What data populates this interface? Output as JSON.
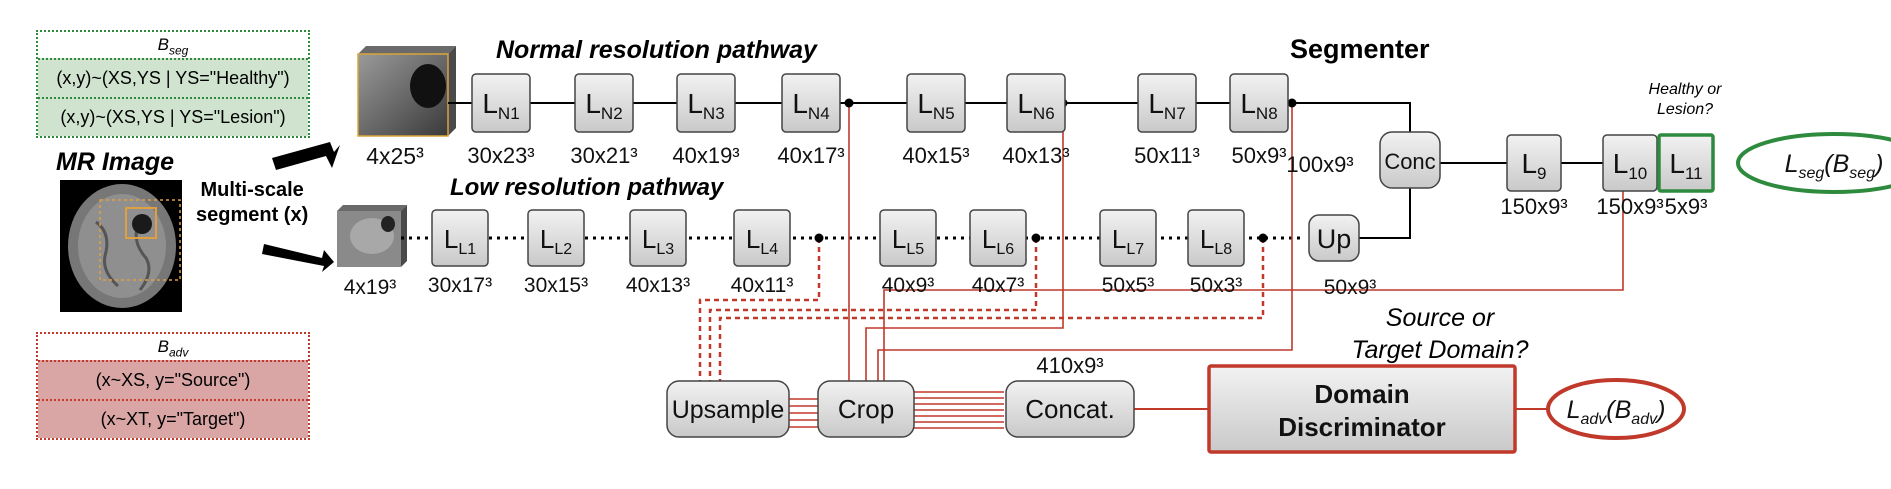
{
  "bseg": {
    "title": "B",
    "title_sub": "seg",
    "rows": [
      "(x,y)~(XS,YS | YS=\"Healthy\")",
      "(x,y)~(XS,YS | YS=\"Lesion\")"
    ]
  },
  "badv": {
    "title": "B",
    "title_sub": "adv",
    "rows": [
      "(x~XS, y=\"Source\")",
      "(x~XT, y=\"Target\")"
    ]
  },
  "headings": {
    "mr_image": "MR Image",
    "multi_scale_1": "Multi-scale",
    "multi_scale_2": "segment (x)",
    "normal": "Normal resolution pathway",
    "low": "Low resolution pathway",
    "segmenter": "Segmenter",
    "healthy_1": "Healthy or",
    "healthy_2": "Lesion?",
    "source_1": "Source or",
    "source_2": "Target Domain?"
  },
  "inputs": {
    "normal_size": "4x25³",
    "low_size": "4x19³"
  },
  "normal_layers": [
    {
      "name": "L",
      "sub": "N1",
      "size": "30x23³"
    },
    {
      "name": "L",
      "sub": "N2",
      "size": "30x21³"
    },
    {
      "name": "L",
      "sub": "N3",
      "size": "40x19³"
    },
    {
      "name": "L",
      "sub": "N4",
      "size": "40x17³"
    },
    {
      "name": "L",
      "sub": "N5",
      "size": "40x15³"
    },
    {
      "name": "L",
      "sub": "N6",
      "size": "40x13³"
    },
    {
      "name": "L",
      "sub": "N7",
      "size": "50x11³"
    },
    {
      "name": "L",
      "sub": "N8",
      "size": "50x9³"
    }
  ],
  "low_layers": [
    {
      "name": "L",
      "sub": "L1",
      "size": "30x17³"
    },
    {
      "name": "L",
      "sub": "L2",
      "size": "30x15³"
    },
    {
      "name": "L",
      "sub": "L3",
      "size": "40x13³"
    },
    {
      "name": "L",
      "sub": "L4",
      "size": "40x11³"
    },
    {
      "name": "L",
      "sub": "L5",
      "size": "40x9³"
    },
    {
      "name": "L",
      "sub": "L6",
      "size": "40x7³"
    },
    {
      "name": "L",
      "sub": "L7",
      "size": "50x5³"
    },
    {
      "name": "L",
      "sub": "L8",
      "size": "50x3³"
    }
  ],
  "up": {
    "label": "Up",
    "size": "50x9³"
  },
  "conc": {
    "label": "Conc",
    "size": "100x9³"
  },
  "head_layers": [
    {
      "name": "L",
      "sub": "9",
      "size": "150x9³"
    },
    {
      "name": "L",
      "sub": "10",
      "size": "150x9³"
    },
    {
      "name": "L",
      "sub": "11",
      "size": "5x9³"
    }
  ],
  "lseg": {
    "main": "L",
    "sub": "seg",
    "arg_main": "B",
    "arg_sub": "seg"
  },
  "ladv": {
    "main": "L",
    "sub": "adv",
    "arg_main": "B",
    "arg_sub": "adv"
  },
  "adv_blocks": {
    "upsample": "Upsample",
    "crop": "Crop",
    "concat": "Concat.",
    "concat_size": "410x9³"
  },
  "discriminator": {
    "line1": "Domain",
    "line2": "Discriminator"
  },
  "colors": {
    "seg_green": "#2e8b3e",
    "adv_red": "#c0392b",
    "seg_fill": "#cfe3cf",
    "adv_fill": "#d9a5a5"
  }
}
